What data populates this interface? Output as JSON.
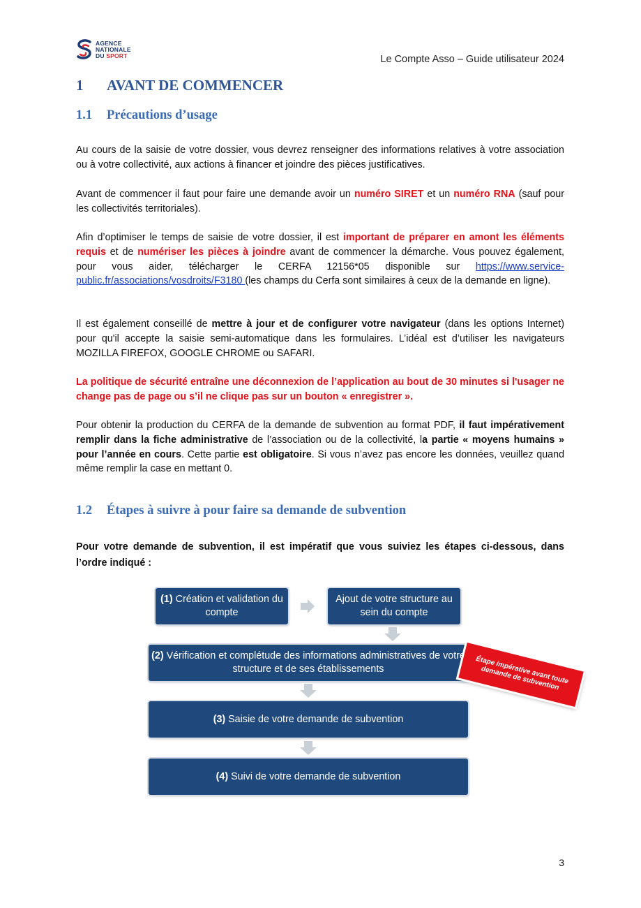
{
  "header": {
    "logo_line1": "AGENCE",
    "logo_line2": "NATIONALE",
    "logo_line3_a": "DU ",
    "logo_line3_b": "SPORT",
    "title": "Le Compte Asso – Guide utilisateur 2024"
  },
  "section1": {
    "number": "1",
    "title": "AVANT DE COMMENCER"
  },
  "section1_1": {
    "number": "1.1",
    "title": "Précautions d’usage"
  },
  "para1": "Au cours de la saisie de votre dossier, vous devrez renseigner des informations relatives à votre association ou à votre collectivité, aux actions à financer et joindre des pièces justificatives.",
  "para2": {
    "t1": "Avant de commencer il faut pour faire une demande avoir un ",
    "r1": "numéro SIRET",
    "t2": " et un ",
    "r2": "numéro RNA",
    "t3": " (sauf pour les collectivités territoriales)."
  },
  "para3": {
    "t1": "Afin d’optimiser le temps de saisie de votre dossier, il est ",
    "r1": "important de préparer en amont les éléments requis",
    "t2": " et de ",
    "r2": "numériser les pièces à joindre",
    "t3": " avant de commencer la démarche. Vous pouvez également, pour vous aider, télécharger le CERFA 12156*05 disponible sur ",
    "link": "https://www.service-public.fr/associations/vosdroits/F3180 ",
    "t4": "(les champs du Cerfa sont similaires à ceux de la demande en ligne)."
  },
  "para4": {
    "t1": "Il est également conseillé de ",
    "b1": "mettre à jour et de configurer votre navigateur",
    "t2": " (dans les options Internet) pour qu'il accepte la saisie semi-automatique dans les formulaires. L’idéal est d’utiliser les navigateurs MOZILLA FIREFOX, GOOGLE CHROME ou SAFARI."
  },
  "para5": "La politique de sécurité entraîne une déconnexion de l’application au bout de 30 minutes si l'usager ne change pas de page ou s’il ne clique pas sur un bouton « enregistrer ».",
  "para6": {
    "t1": "Pour obtenir la production du CERFA de la demande de subvention au format PDF, ",
    "b1": "il faut impérativement remplir dans la fiche administrative",
    "t2": " de l’association ou de la collectivité, l",
    "b2": "a partie « moyens humains » pour l’année en cours",
    "t3": ". Cette partie ",
    "b3": "est obligatoire",
    "t4": ". Si vous n’avez pas encore les données, veuillez quand même remplir la case en mettant 0."
  },
  "section1_2": {
    "number": "1.2",
    "title": "Étapes à suivre à pour faire sa demande de subvention"
  },
  "intro": "Pour votre demande de subvention, il est impératif que vous suiviez les étapes ci-dessous, dans l’ordre indiqué :",
  "steps": {
    "s1_num": "(1)",
    "s1_text": " Création et validation du compte",
    "s1b_text": "Ajout de votre structure au sein du compte",
    "s2_num": "(2)",
    "s2_text": " Vérification et complétude des informations administratives de votre structure et de ses établissements",
    "s3_num": "(3)",
    "s3_text": " Saisie de votre demande de subvention",
    "s4_num": "(4)",
    "s4_text": " Suivi de votre demande de subvention",
    "sticker": "Étape impérative avant toute demande de subvention"
  },
  "page_number": "3",
  "colors": {
    "box": "#1f497d",
    "heading": "#2e5597",
    "alert": "#e3121b"
  }
}
